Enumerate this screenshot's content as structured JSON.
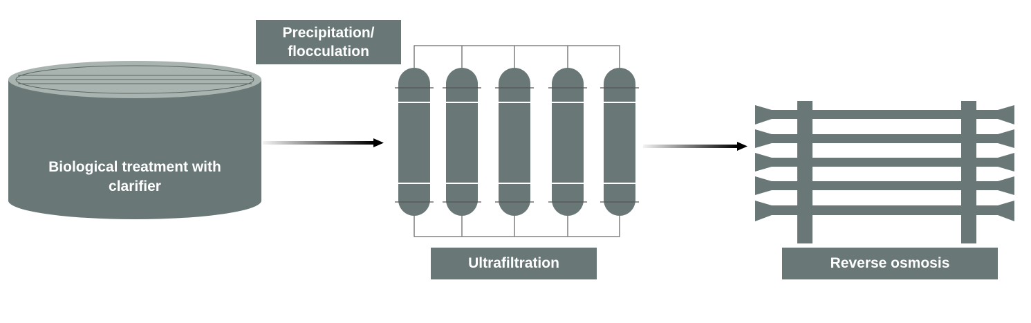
{
  "labels": {
    "tank": "Biological treatment with clarifier",
    "precipitation": "Precipitation/ flocculation",
    "ultrafiltration": "Ultrafiltration",
    "reverse_osmosis": "Reverse osmosis"
  },
  "colors": {
    "unit_fill": "#697877",
    "tank_top": "#a9b4b1",
    "label_text": "#ffffff",
    "arrow": "#000000",
    "pipe_line": "#6a6a6a"
  },
  "icons": {
    "tank": "cylindrical-clarifier-tank",
    "ultrafiltration": "membrane-module-bank",
    "reverse_osmosis": "spiral-membrane-rack"
  }
}
